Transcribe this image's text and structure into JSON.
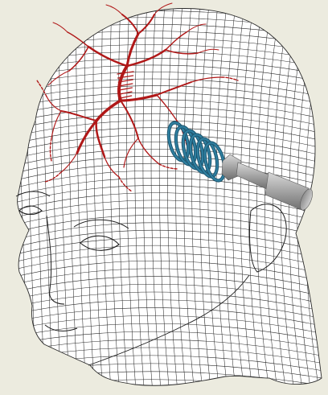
{
  "figure": {
    "background_color": "#ecebdf",
    "mesh_line_color": "#2a2a2a",
    "head_fill_color": "#ffffff",
    "neuron_color": "#b01818",
    "coil_color": "#2f7fa0",
    "probe_color": "#9a9a9a",
    "parts": [
      "wireframe-head",
      "neuron-network",
      "magnetic-coil",
      "stimulator-probe"
    ]
  }
}
